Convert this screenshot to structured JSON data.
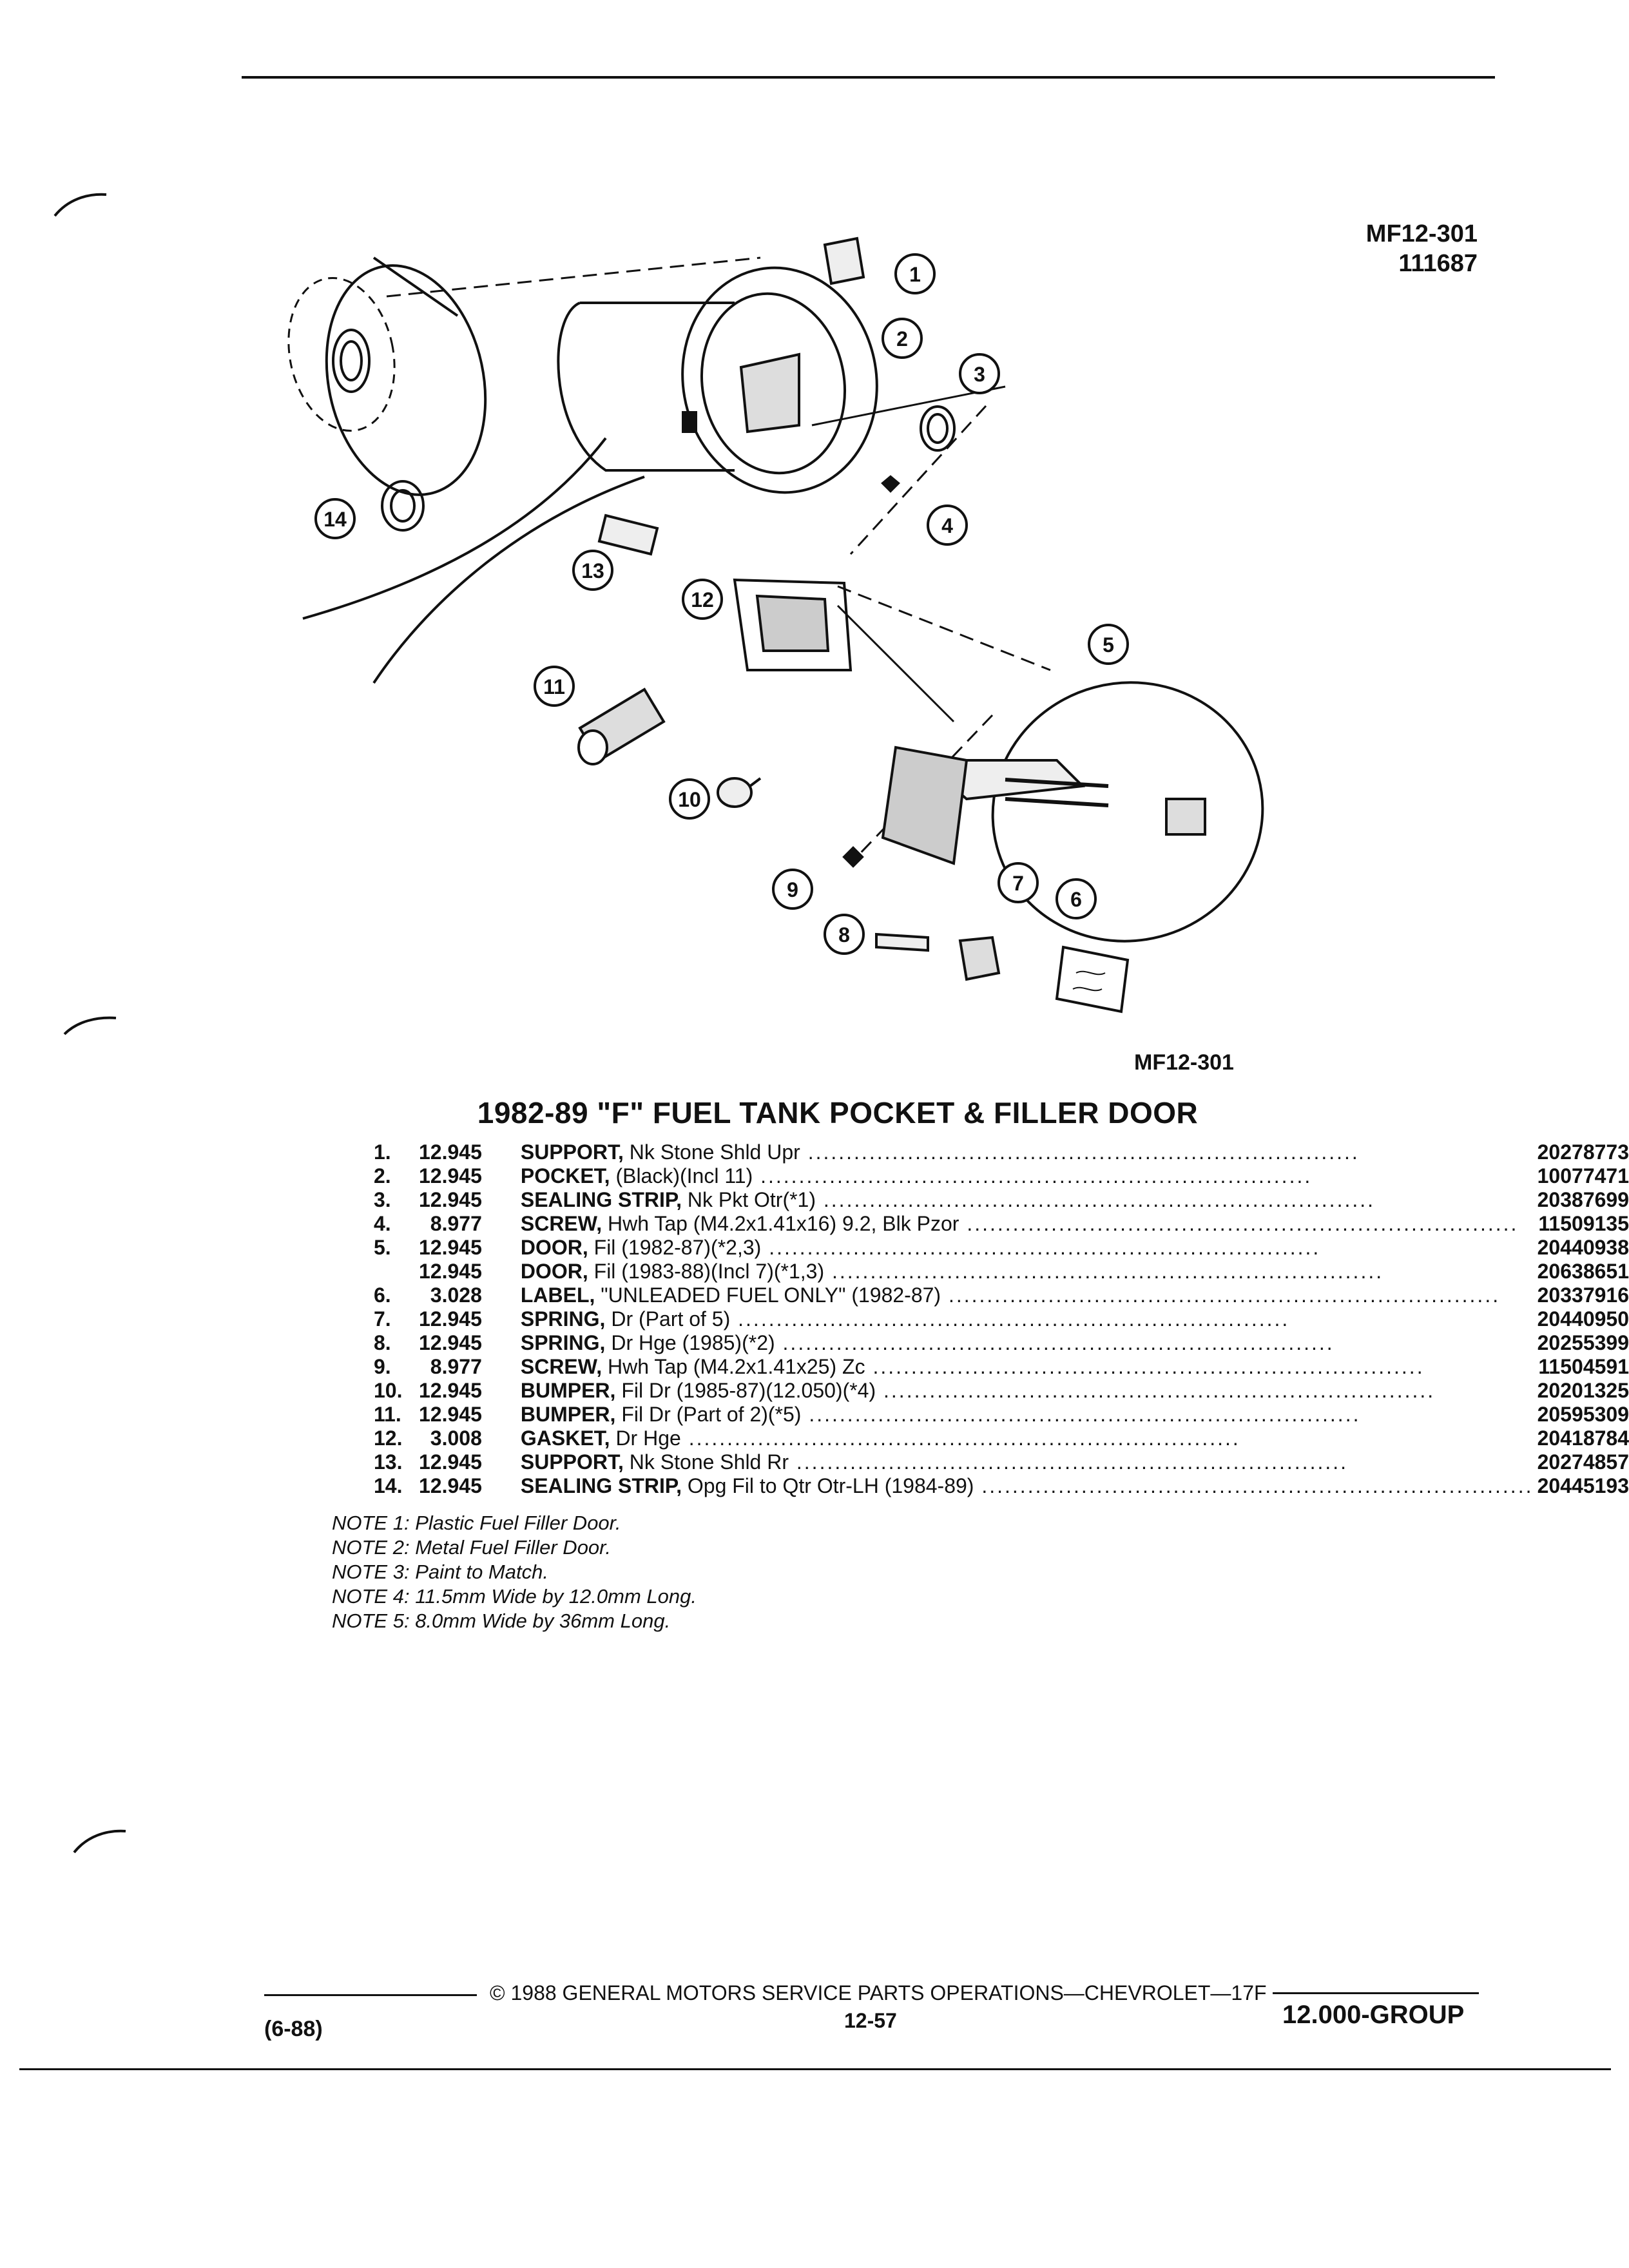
{
  "header": {
    "code": "MF12-301",
    "date_code": "111687"
  },
  "figure": {
    "label": "MF12-301",
    "callouts": [
      "1",
      "2",
      "3",
      "4",
      "5",
      "6",
      "7",
      "8",
      "9",
      "10",
      "11",
      "12",
      "13",
      "14"
    ]
  },
  "title": "1982-89 \"F\" FUEL TANK POCKET & FILLER DOOR",
  "parts": [
    {
      "num": "1.",
      "group": "12.945",
      "name": "SUPPORT,",
      "detail": " Nk Stone Shld Upr",
      "part_no": "20278773"
    },
    {
      "num": "2.",
      "group": "12.945",
      "name": "POCKET,",
      "detail": " (Black)(Incl 11)",
      "part_no": "10077471"
    },
    {
      "num": "3.",
      "group": "12.945",
      "name": "SEALING STRIP,",
      "detail": " Nk Pkt Otr(*1)",
      "part_no": "20387699"
    },
    {
      "num": "4.",
      "group": "8.977",
      "name": "SCREW,",
      "detail": " Hwh Tap (M4.2x1.41x16) 9.2, Blk Pzor",
      "part_no": "11509135"
    },
    {
      "num": "5.",
      "group": "12.945",
      "name": "DOOR,",
      "detail": " Fil (1982-87)(*2,3)",
      "part_no": "20440938"
    },
    {
      "num": "",
      "group": "12.945",
      "name": "DOOR,",
      "detail": " Fil (1983-88)(Incl 7)(*1,3)",
      "part_no": "20638651"
    },
    {
      "num": "6.",
      "group": "3.028",
      "name": "LABEL,",
      "detail": " \"UNLEADED FUEL ONLY\" (1982-87)",
      "part_no": "20337916"
    },
    {
      "num": "7.",
      "group": "12.945",
      "name": "SPRING,",
      "detail": " Dr (Part of 5)",
      "part_no": "20440950"
    },
    {
      "num": "8.",
      "group": "12.945",
      "name": "SPRING,",
      "detail": " Dr Hge (1985)(*2)",
      "part_no": "20255399"
    },
    {
      "num": "9.",
      "group": "8.977",
      "name": "SCREW,",
      "detail": " Hwh Tap (M4.2x1.41x25) Zc",
      "part_no": "11504591"
    },
    {
      "num": "10.",
      "group": "12.945",
      "name": "BUMPER,",
      "detail": " Fil Dr (1985-87)(12.050)(*4)",
      "part_no": "20201325"
    },
    {
      "num": "11.",
      "group": "12.945",
      "name": "BUMPER,",
      "detail": " Fil Dr (Part of 2)(*5)",
      "part_no": "20595309"
    },
    {
      "num": "12.",
      "group": "3.008",
      "name": "GASKET,",
      "detail": " Dr Hge",
      "part_no": "20418784"
    },
    {
      "num": "13.",
      "group": "12.945",
      "name": "SUPPORT,",
      "detail": " Nk Stone Shld Rr",
      "part_no": "20274857"
    },
    {
      "num": "14.",
      "group": "12.945",
      "name": "SEALING STRIP,",
      "detail": " Opg Fil to Qtr Otr-LH (1984-89)",
      "part_no": "20445193"
    }
  ],
  "notes": [
    "NOTE 1: Plastic Fuel Filler Door.",
    "NOTE 2: Metal Fuel Filler Door.",
    "NOTE 3: Paint to Match.",
    "NOTE 4: 11.5mm Wide by 12.0mm Long.",
    "NOTE 5: 8.0mm Wide by 36mm Long."
  ],
  "footer": {
    "copyright": "© 1988 GENERAL MOTORS SERVICE PARTS OPERATIONS—CHEVROLET—17F",
    "page": "12-57",
    "date": "(6-88)",
    "group": "12.000-GROUP"
  }
}
